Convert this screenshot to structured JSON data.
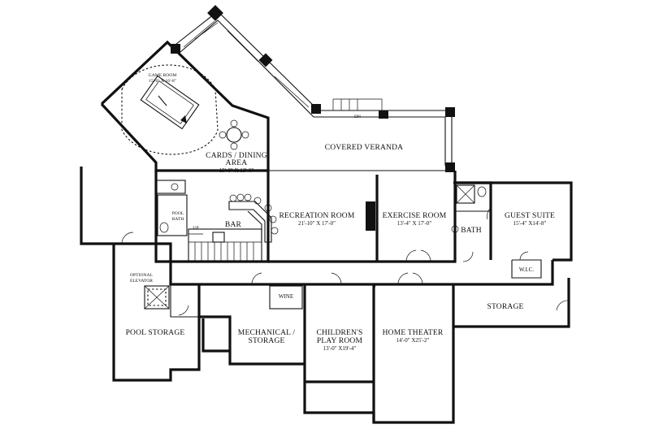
{
  "rooms": {
    "game_room": {
      "name": "GAME ROOM",
      "dims": "15'-6\" X 16'-8\""
    },
    "cards_dining": {
      "name_line1": "CARDS / DINING",
      "name_line2": "AREA",
      "dims": "15'-0\" X 13'-0\""
    },
    "covered_veranda": {
      "name": "COVERED VERANDA"
    },
    "recreation_room": {
      "name": "RECREATION ROOM",
      "dims": "21'-10\" X 17'-0\""
    },
    "exercise_room": {
      "name": "EXERCISE ROOM",
      "dims": "13'-4\" X 17'-0\""
    },
    "guest_suite": {
      "name": "GUEST SUITE",
      "dims": "15'-4\" X14'-8\""
    },
    "bath": {
      "name": "BATH"
    },
    "wic": {
      "name": "W.I.C."
    },
    "storage": {
      "name": "STORAGE"
    },
    "bar": {
      "name": "BAR"
    },
    "pool_bath": {
      "name_line1": "POOL",
      "name_line2": "BATH"
    },
    "optional_elevator": {
      "name_line1": "OPTIONAL",
      "name_line2": "ELEVATOR"
    },
    "pool_storage": {
      "name": "POOL STORAGE"
    },
    "wine": {
      "name": "WINE"
    },
    "mechanical_storage": {
      "name_line1": "MECHANICAL /",
      "name_line2": "STORAGE"
    },
    "childrens_play_room": {
      "name_line1": "CHILDREN'S",
      "name_line2": "PLAY ROOM",
      "dims": "13'-0\" X19'-4\""
    },
    "home_theater": {
      "name": "HOME THEATER",
      "dims": "14'-0\" X25'-2\""
    }
  },
  "stairs": {
    "up": "UP",
    "dn": "DN"
  }
}
